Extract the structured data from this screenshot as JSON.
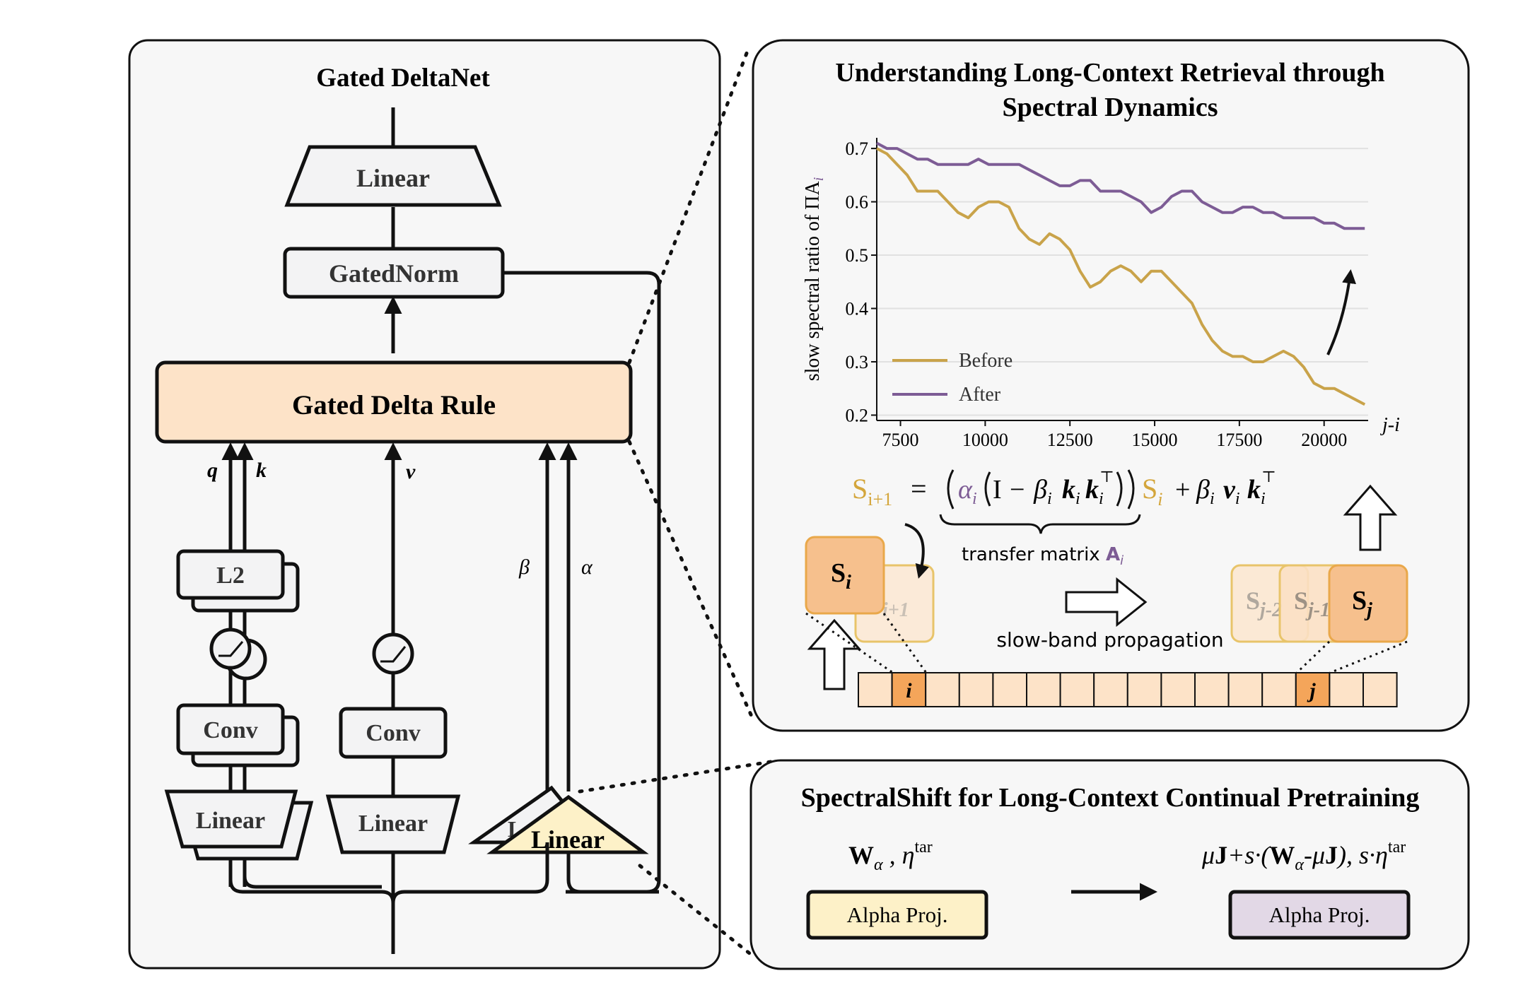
{
  "left_panel": {
    "title": "Gated DeltaNet",
    "linear_top": "Linear",
    "gated_norm": "GatedNorm",
    "gated_delta_rule": "Gated Delta Rule",
    "q_label": "q",
    "k_label": "k",
    "v_label": "v",
    "beta_label": "β",
    "alpha_label": "α",
    "l2": "L2",
    "conv_left": "Conv",
    "conv_mid": "Conv",
    "linear_left": "Linear",
    "linear_mid": "Linear",
    "linear_right": "Linear",
    "linear_right_back": "L"
  },
  "top_right_panel": {
    "title_line1": "Understanding Long-Context Retrieval through",
    "title_line2": "Spectral Dynamics",
    "equation": {
      "lhs": "S",
      "lhs_sub": "i+1",
      "eq": "=",
      "alpha": "α",
      "alpha_sub": "i",
      "identity": "I",
      "minus": "−",
      "beta": "β",
      "beta_sub": "i",
      "k1": "k",
      "k1_sub": "i",
      "k2": "k",
      "k2_sub": "i",
      "transpose": "⊤",
      "s_term": "S",
      "s_term_sub": "i",
      "plus": "+",
      "beta2": "β",
      "beta2_sub": "i",
      "v": "v",
      "v_sub": "i",
      "k3": "k",
      "k3_sub": "i",
      "transpose2": "⊤",
      "brace_label": "transfer matrix ",
      "brace_label_A": "A",
      "brace_label_A_sub": "i"
    },
    "state_labels": {
      "si": "S",
      "si_sub": "i",
      "si1": "S",
      "si1_sub": "i+1",
      "sj2": "S",
      "sj2_sub": "j-2",
      "sj1": "S",
      "sj1_sub": "j-1",
      "sj": "S",
      "sj_sub": "j"
    },
    "propagation_label": "slow-band propagation",
    "token_i": "i",
    "token_j": "j"
  },
  "bottom_right_panel": {
    "title": "SpectralShift for Long-Context Continual Pretraining",
    "left_formula_W": "W",
    "left_formula_sub": "α",
    "left_formula_rest": " , η",
    "left_formula_sup": "tar",
    "right_formula_a": "μ",
    "right_formula_J": "J",
    "right_formula_b": "+s·(",
    "right_formula_W": "W",
    "right_formula_sub": "α",
    "right_formula_c": "-μ",
    "right_formula_J2": "J",
    "right_formula_d": "), s·η",
    "right_formula_sup": "tar",
    "box_left": "Alpha Proj.",
    "box_right": "Alpha Proj."
  },
  "colors": {
    "before": "#c9a34a",
    "after": "#7d5c95",
    "orange_box": "#f6c08d",
    "rule_box": "#fde3c8",
    "alpha_left": "#fdf1c8",
    "alpha_right": "#e2d8e6"
  },
  "chart_data": {
    "type": "line",
    "ylabel": "slow spectral ratio of ΠA",
    "ylabel_sub": "i",
    "xlabel": "j-i",
    "xlim": [
      6800,
      21300
    ],
    "ylim": [
      0.19,
      0.72
    ],
    "xticks": [
      7500,
      10000,
      12500,
      15000,
      17500,
      20000
    ],
    "xtick_labels": [
      "7500",
      "10000",
      "12500",
      "15000",
      "17500",
      "20000"
    ],
    "yticks": [
      0.2,
      0.3,
      0.4,
      0.5,
      0.6,
      0.7
    ],
    "ytick_labels": [
      "0.2",
      "0.3",
      "0.4",
      "0.5",
      "0.6",
      "0.7"
    ],
    "grid": "horizontal",
    "legend": "lower-left",
    "series": [
      {
        "name": "Before",
        "x": [
          6800,
          7100,
          7400,
          7700,
          8000,
          8300,
          8600,
          8900,
          9200,
          9500,
          9800,
          10100,
          10400,
          10700,
          11000,
          11300,
          11600,
          11900,
          12200,
          12500,
          12800,
          13100,
          13400,
          13700,
          14000,
          14300,
          14600,
          14900,
          15200,
          15500,
          15800,
          16100,
          16400,
          16700,
          17000,
          17300,
          17600,
          17900,
          18200,
          18500,
          18800,
          19100,
          19400,
          19700,
          20000,
          20300,
          20600,
          20900,
          21200
        ],
        "values": [
          0.7,
          0.69,
          0.67,
          0.65,
          0.62,
          0.62,
          0.62,
          0.6,
          0.58,
          0.57,
          0.59,
          0.6,
          0.6,
          0.59,
          0.55,
          0.53,
          0.52,
          0.54,
          0.53,
          0.51,
          0.47,
          0.44,
          0.45,
          0.47,
          0.48,
          0.47,
          0.45,
          0.47,
          0.47,
          0.45,
          0.43,
          0.41,
          0.37,
          0.34,
          0.32,
          0.31,
          0.31,
          0.3,
          0.3,
          0.31,
          0.32,
          0.31,
          0.29,
          0.26,
          0.25,
          0.25,
          0.24,
          0.23,
          0.22
        ]
      },
      {
        "name": "After",
        "x": [
          6800,
          7100,
          7400,
          7700,
          8000,
          8300,
          8600,
          8900,
          9200,
          9500,
          9800,
          10100,
          10400,
          10700,
          11000,
          11300,
          11600,
          11900,
          12200,
          12500,
          12800,
          13100,
          13400,
          13700,
          14000,
          14300,
          14600,
          14900,
          15200,
          15500,
          15800,
          16100,
          16400,
          16700,
          17000,
          17300,
          17600,
          17900,
          18200,
          18500,
          18800,
          19100,
          19400,
          19700,
          20000,
          20300,
          20600,
          20900,
          21200
        ],
        "values": [
          0.71,
          0.7,
          0.7,
          0.69,
          0.68,
          0.68,
          0.67,
          0.67,
          0.67,
          0.67,
          0.68,
          0.67,
          0.67,
          0.67,
          0.67,
          0.66,
          0.65,
          0.64,
          0.63,
          0.63,
          0.64,
          0.64,
          0.62,
          0.62,
          0.62,
          0.61,
          0.6,
          0.58,
          0.59,
          0.61,
          0.62,
          0.62,
          0.6,
          0.59,
          0.58,
          0.58,
          0.59,
          0.59,
          0.58,
          0.58,
          0.57,
          0.57,
          0.57,
          0.57,
          0.56,
          0.56,
          0.55,
          0.55,
          0.55
        ]
      }
    ]
  }
}
